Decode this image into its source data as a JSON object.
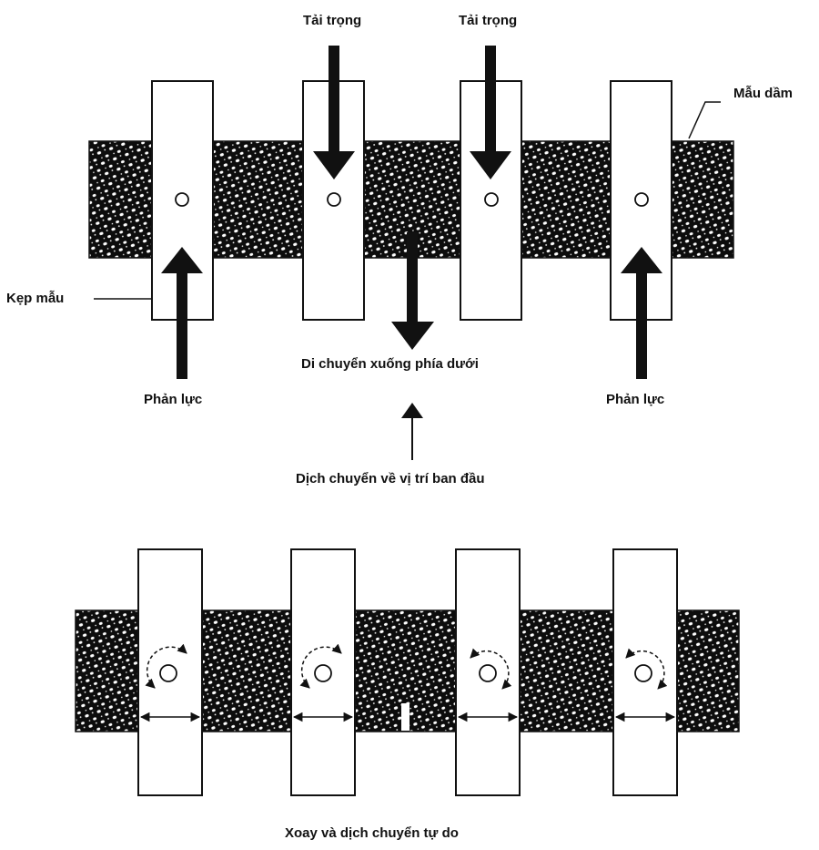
{
  "diagram": {
    "type": "four-point bending beam test setup",
    "colors": {
      "ink": "#111111",
      "beam": "#0d0d0d",
      "background": "#ffffff",
      "speckle": "#ffffff"
    },
    "top_panel": {
      "labels": {
        "load_left": "Tải trọng",
        "load_right": "Tải trọng",
        "beam_specimen": "Mẫu dầm",
        "clamp": "Kẹp mẫu",
        "reaction_left": "Phản lực",
        "reaction_right": "Phản lực",
        "move_down": "Di chuyển xuống phía dưới",
        "return_original": "Dịch chuyển về vị trí ban đầu"
      },
      "clamps": [
        {
          "role": "outer-support",
          "force": "reaction-up"
        },
        {
          "role": "inner-load",
          "force": "load-down"
        },
        {
          "role": "inner-load",
          "force": "load-down"
        },
        {
          "role": "outer-support",
          "force": "reaction-up"
        }
      ]
    },
    "bottom_panel": {
      "caption": "Xoay và dịch chuyển tự do",
      "clamps": [
        {
          "rotation": "clockwise"
        },
        {
          "rotation": "counter-clockwise"
        },
        {
          "rotation": "clockwise"
        },
        {
          "rotation": "clockwise"
        }
      ]
    }
  }
}
